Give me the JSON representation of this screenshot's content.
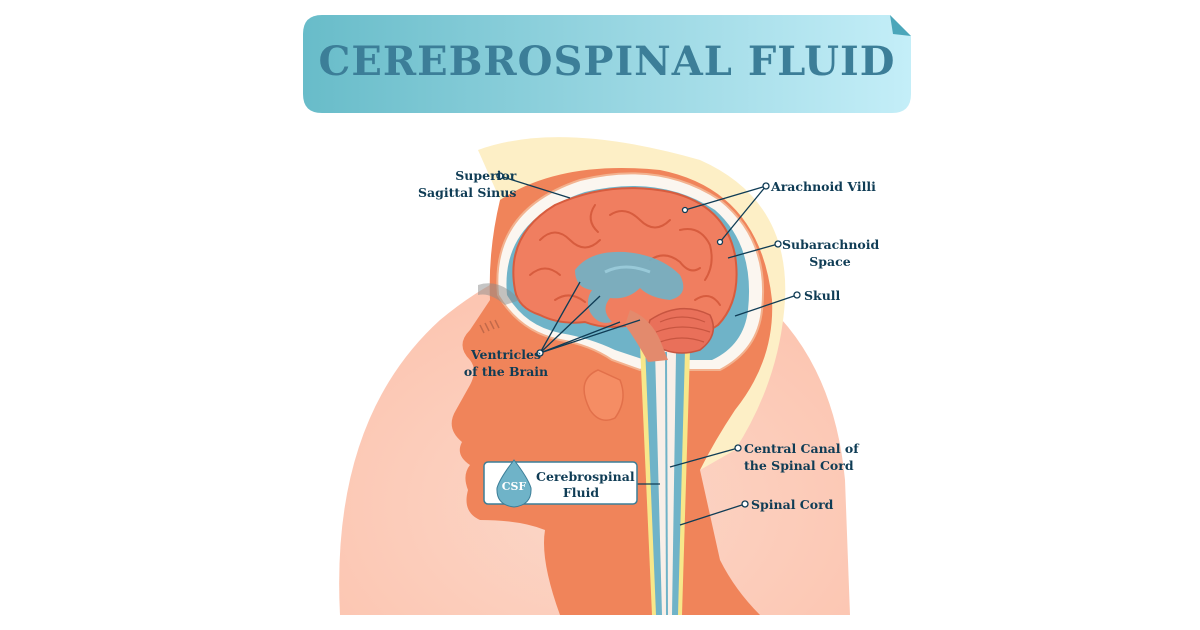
{
  "title": "CEREBROSPINAL FLUID",
  "labels": {
    "superior_sagittal_sinus": [
      "Superior",
      "Sagittal Sinus"
    ],
    "arachnoid_villi": [
      "Arachnoid Villi"
    ],
    "subarachnoid_space": [
      "Subarachnoid",
      "Space"
    ],
    "skull": [
      "Skull"
    ],
    "ventricles": [
      "Ventricles",
      "of the Brain"
    ],
    "central_canal": [
      "Central Canal of",
      "the Spinal Cord"
    ],
    "spinal_cord": [
      "Spinal Cord"
    ]
  },
  "legend": {
    "badge": "CSF",
    "text": [
      "Cerebrospinal",
      "Fluid"
    ]
  },
  "colors": {
    "banner_start": "#68bcc9",
    "banner_end": "#c4eef8",
    "title": "#3c7e98",
    "label": "#0f3c55",
    "skin": "#f0845a",
    "skin_light": "#fbd3c4",
    "hair": "#fdefc6",
    "brain": "#f07e60",
    "csf": "#6fb3c8",
    "skull": "#fbf6f0"
  }
}
